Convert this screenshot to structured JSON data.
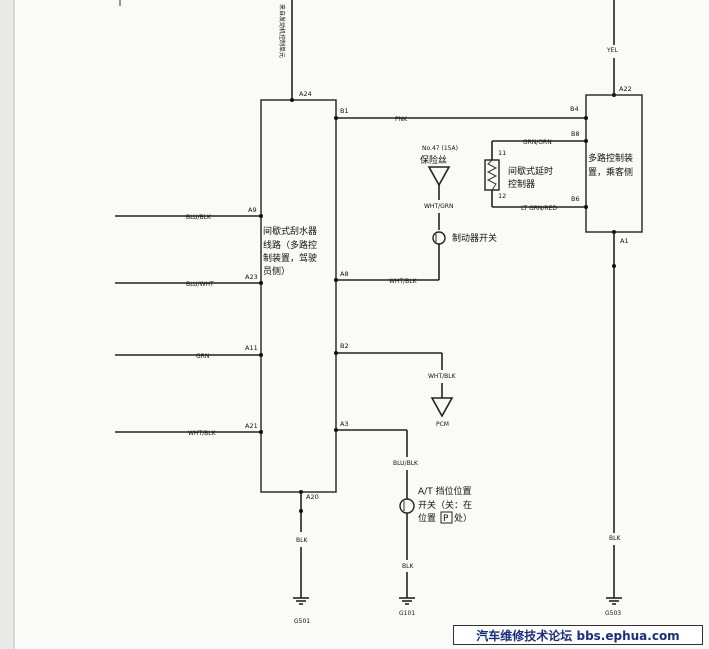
{
  "units": {
    "wiper": {
      "title_lines": [
        "间歇式刮水器",
        "线路（多路控",
        "制装置，驾驶",
        "员侧）"
      ]
    },
    "mcu": {
      "title_lines": [
        "多路控制装",
        "置，乘客侧"
      ]
    }
  },
  "top_vertical_label": "来自发动机控制单元",
  "fuse_lines": [
    "No.47 (15A)",
    "保险丝"
  ],
  "relay_lines": [
    "间歇式延时",
    "控制器"
  ],
  "brake_switch": "制动器开关",
  "at_switch_lines": [
    "A/T  挡位位置",
    "开关（关：在",
    "位置",
    "P",
    "处）"
  ],
  "wires": {
    "YEL": "YEL",
    "PNK": "PNK",
    "GRN_ORN": "GRN/ORN",
    "LT_GRN_RED": "LT GRN/RED",
    "WHT_GRN": "WHT/GRN",
    "WHT_BLK": "WHT/BLK",
    "BLU_BLK": "BLU/BLK",
    "BLU_WHT": "BLU/WHT",
    "GRN": "GRN",
    "BLK": "BLK"
  },
  "pins": {
    "A24": "A24",
    "B1": "B1",
    "A9": "A9",
    "A23": "A23",
    "A8": "A8",
    "A11": "A11",
    "B2": "B2",
    "A21": "A21",
    "A3": "A3",
    "A20": "A20",
    "A22": "A22",
    "B4": "B4",
    "B8": "B8",
    "B6": "B6",
    "A1": "A1",
    "R11": "11",
    "R12": "12"
  },
  "pcm": "PCM",
  "grounds": [
    "G501",
    "G101",
    "G503"
  ],
  "watermark": "汽车维修技术论坛 bbs.ephua.com"
}
